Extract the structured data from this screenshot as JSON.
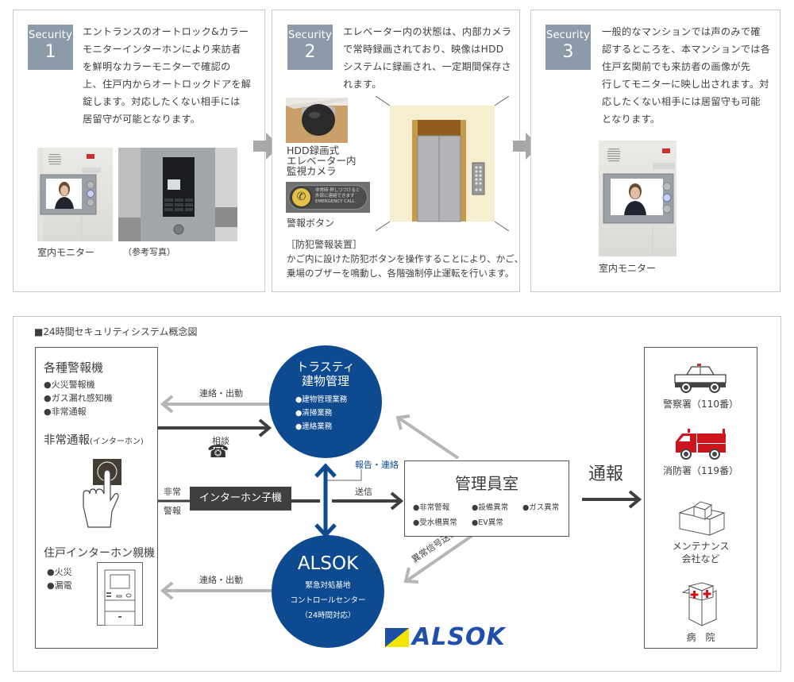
{
  "cards": [
    {
      "badge_label": "Security",
      "badge_number": "1",
      "description_lines": [
        "エントランスのオートロック&カラー",
        "モニターインターホンにより来訪者",
        "を鮮明なカラーモニターで確認の",
        "上、住戸内からオートロックドアを解",
        "錠します。対応したくない相手には",
        "居留守が可能となります。"
      ],
      "captions": [
        "室内モニター",
        "（参考写真）"
      ]
    },
    {
      "badge_label": "Security",
      "badge_number": "2",
      "description_lines": [
        "エレベーター内の状態は、内部カメラ",
        "で常時録画されており、映像はHDD",
        "システムに録画され、一定期間保存さ",
        "れます。"
      ],
      "camera_caption_lines": [
        "HDD録画式",
        "エレベーター内",
        "監視カメラ"
      ],
      "alarm_button_text_lines": [
        "非常時 押しつづけると",
        "外部に連絡できます",
        "EMERGENCY CALL"
      ],
      "alarm_caption": "警報ボタン",
      "device_title": "［防犯警報装置］",
      "device_desc_lines": [
        "かご内に設けた防犯ボタンを操作することにより、かご、",
        "乗場のブザーを鳴動し、各階強制停止運転を行います。"
      ]
    },
    {
      "badge_label": "Security",
      "badge_number": "3",
      "description_lines": [
        "一般的なマンションでは声のみで確",
        "認するところを、本マンションでは各",
        "住戸玄関前でも来訪者の画像が先",
        "行してモニターに映し出されます。対",
        "応したくない相手には居留守も可能",
        "となります。"
      ],
      "captions": [
        "室内モニター"
      ]
    }
  ],
  "diagram": {
    "title": "■24時間セキュリティシステム概念図",
    "left_box": {
      "alarms_title": "各種警報機",
      "alarms_items": [
        "●火災警報機",
        "●ガス漏れ感知機",
        "●非常通報"
      ],
      "emergency_title": "非常通報",
      "emergency_sub": "(インターホン)",
      "intercom_title": "住戸インターホン親機",
      "intercom_items": [
        "●火災",
        "●漏電"
      ]
    },
    "arrows": {
      "contact_dispatch_top": "連絡・出動",
      "consult": "相談",
      "emergency_alarm_1": "非常",
      "emergency_alarm_2": "警報",
      "intercom_child": "インターホン子機",
      "report_contact": "報告・連絡",
      "send": "送信",
      "contact_dispatch_bottom": "連絡・出動",
      "abnormal_signal": "異常信号送信",
      "notify": "通報"
    },
    "trusty": {
      "title_1": "トラスティ",
      "title_2": "建物管理",
      "items": [
        "●建物管理業務",
        "●清掃業務",
        "●連絡業務"
      ]
    },
    "manager_room": {
      "title": "管理員室",
      "items": [
        "●非常警報",
        "●設備異常",
        "●ガス異常",
        "●受水槽異常",
        "●EV異常"
      ]
    },
    "alsok": {
      "title": "ALSOK",
      "lines": [
        "緊急対処基地",
        "コントロールセンター",
        "（24時間対応）"
      ],
      "logo_text": "ALSOK"
    },
    "right_box": {
      "police": "警察署（110番）",
      "fire": "消防署（119番）",
      "maintenance_1": "メンテナンス",
      "maintenance_2": "会社など",
      "hospital": "病　院"
    }
  },
  "colors": {
    "badge": "#8d9aa8",
    "circle_blue": "#0e4a8f",
    "arrow_dark": "#3f3f3f",
    "arrow_gray": "#b5b5b5",
    "fire_red": "#d0141c",
    "logo_yellow": "#f2e500",
    "logo_blue": "#1f4fa8"
  }
}
